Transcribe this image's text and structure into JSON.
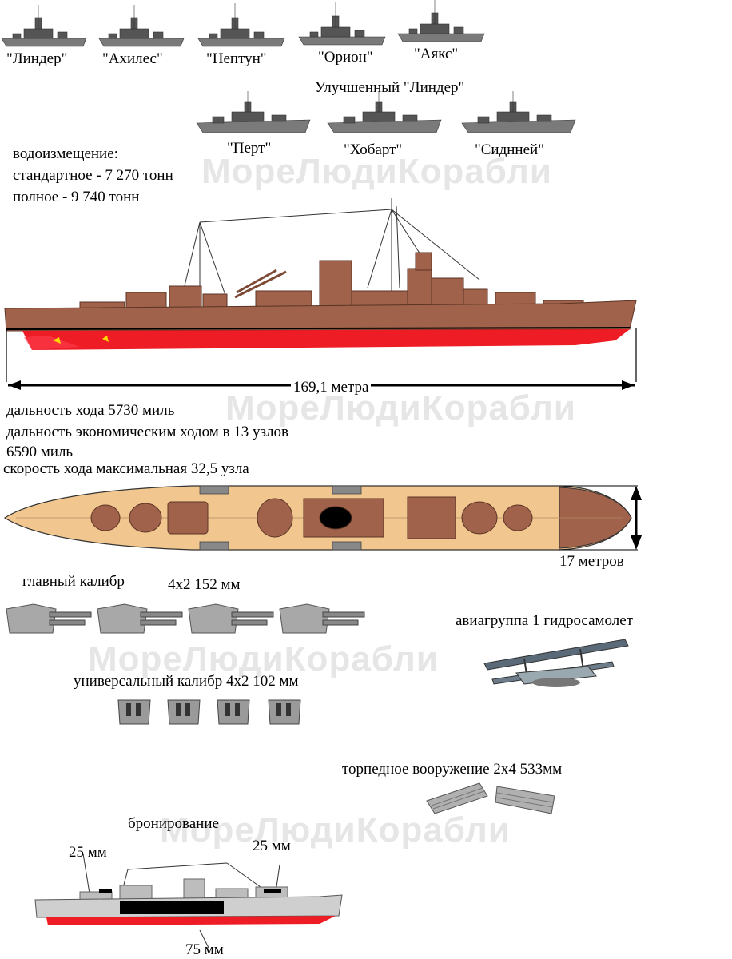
{
  "watermark": "МореЛюдиКорабли",
  "sisterships": {
    "linder": [
      "\"Линдер\"",
      "\"Ахилес\"",
      "\"Нептун\"",
      "\"Орион\"",
      "\"Аякс\""
    ],
    "improved_title": "Улучшенный \"Линдер\"",
    "improved": [
      "\"Перт\"",
      "\"Хобарт\"",
      "\"Сиднней\""
    ]
  },
  "displacement": {
    "title": "водоизмещение:",
    "standard": "стандартное - 7 270 тонн",
    "full": "полное - 9 740 тонн"
  },
  "length": "169,1 метра",
  "range": {
    "line1": "дальность хода 5730 миль",
    "line2": "дальность экономическим ходом в 13 узлов",
    "line3": "6590 миль"
  },
  "speed": "скорость хода максимальная 32,5 узла",
  "beam": "17 метров",
  "main_caliber": {
    "label": "главный калибр",
    "value": "4х2 152 мм"
  },
  "universal_caliber": "универсальный калибр 4х2 102 мм",
  "aviation": "авиагруппа 1 гидросамолет",
  "torpedo": "торпедное вооружение 2х4 533мм",
  "armor": {
    "title": "бронирование",
    "deck_left": "25 мм",
    "deck_right": "25 мм",
    "belt": "75 мм"
  },
  "colors": {
    "hull": "#a0624a",
    "hull_dark": "#7d4a36",
    "underwater": "#ee1c24",
    "deck": "#f2c78f",
    "grey_ship": "#8a8a8a",
    "armor_black": "#000000"
  }
}
